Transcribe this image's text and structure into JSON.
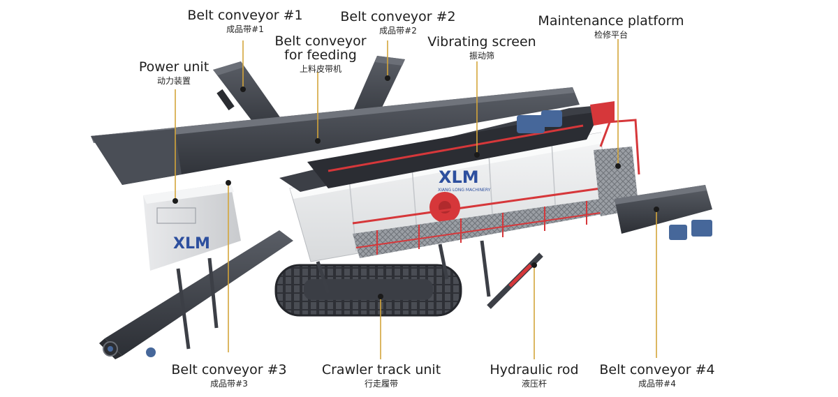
{
  "labels": {
    "belt_conveyor_1": {
      "en": "Belt conveyor #1",
      "zh": "成品带#1"
    },
    "belt_conveyor_2": {
      "en": "Belt conveyor #2",
      "zh": "成品带#2"
    },
    "belt_conveyor_feeding": {
      "en_line1": "Belt conveyor",
      "en_line2": "for feeding",
      "zh": "上料皮带机"
    },
    "power_unit": {
      "en": "Power unit",
      "zh": "动力装置"
    },
    "vibrating_screen": {
      "en": "Vibrating screen",
      "zh": "振动筛"
    },
    "maintenance_platform": {
      "en": "Maintenance platform",
      "zh": "检修平台"
    },
    "belt_conveyor_3": {
      "en": "Belt conveyor #3",
      "zh": "成品带#3"
    },
    "crawler_track_unit": {
      "en": "Crawler track unit",
      "zh": "行走履带"
    },
    "hydraulic_rod": {
      "en": "Hydraulic rod",
      "zh": "液压杆"
    },
    "belt_conveyor_4": {
      "en": "Belt conveyor #4",
      "zh": "成品带#4"
    }
  },
  "logo": {
    "mark": "XLM",
    "subtitle": "XIANG LONG MACHINERY"
  },
  "colors": {
    "leader": "#d4a53a",
    "dot": "#1a1a1a",
    "frame_dark": "#3c3f46",
    "frame_mid": "#565a63",
    "accent_red": "#d6373a",
    "screen_white": "#eceeef",
    "logo_blue": "#2d4f9e",
    "motor_blue": "#46679a"
  }
}
